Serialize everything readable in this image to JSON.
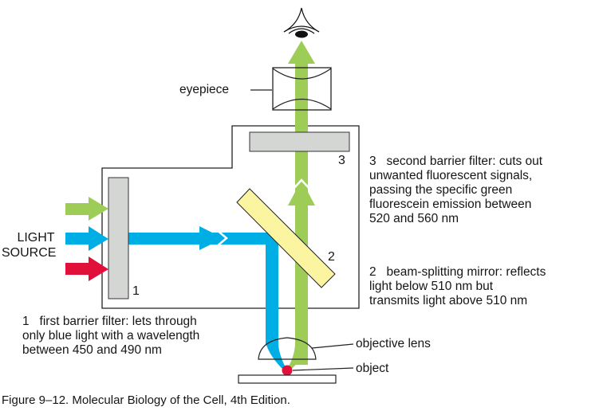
{
  "figure": {
    "caption": "Figure 9–12. Molecular Biology of the Cell, 4th Edition.",
    "subject": "Fluorescence microscope optical path"
  },
  "labels": {
    "eyepiece": "eyepiece",
    "light_source_line1": "LIGHT",
    "light_source_line2": "SOURCE",
    "objective_lens": "objective lens",
    "object": "object"
  },
  "components": [
    {
      "number": "1",
      "name": "first barrier filter",
      "lines": [
        "1   first barrier filter: lets through",
        "only blue light with a wavelength",
        "between 450 and 490 nm"
      ]
    },
    {
      "number": "2",
      "name": "beam-splitting mirror",
      "lines": [
        "2   beam-splitting mirror: reflects",
        "light below 510 nm but",
        "transmits light above 510 nm"
      ]
    },
    {
      "number": "3",
      "name": "second barrier filter",
      "lines": [
        "3   second barrier filter: cuts out",
        "unwanted fluorescent signals,",
        "passing the specific green",
        "fluorescein emission between",
        "520 and 560 nm"
      ]
    }
  ],
  "colors": {
    "green_light": "#9dcc57",
    "blue_light": "#00aee6",
    "red_light": "#e0103a",
    "filter_gray": "#d4d6d4",
    "mirror_yellow": "#fbf4a1",
    "object_red": "#e0103a",
    "outline": "#222222"
  }
}
